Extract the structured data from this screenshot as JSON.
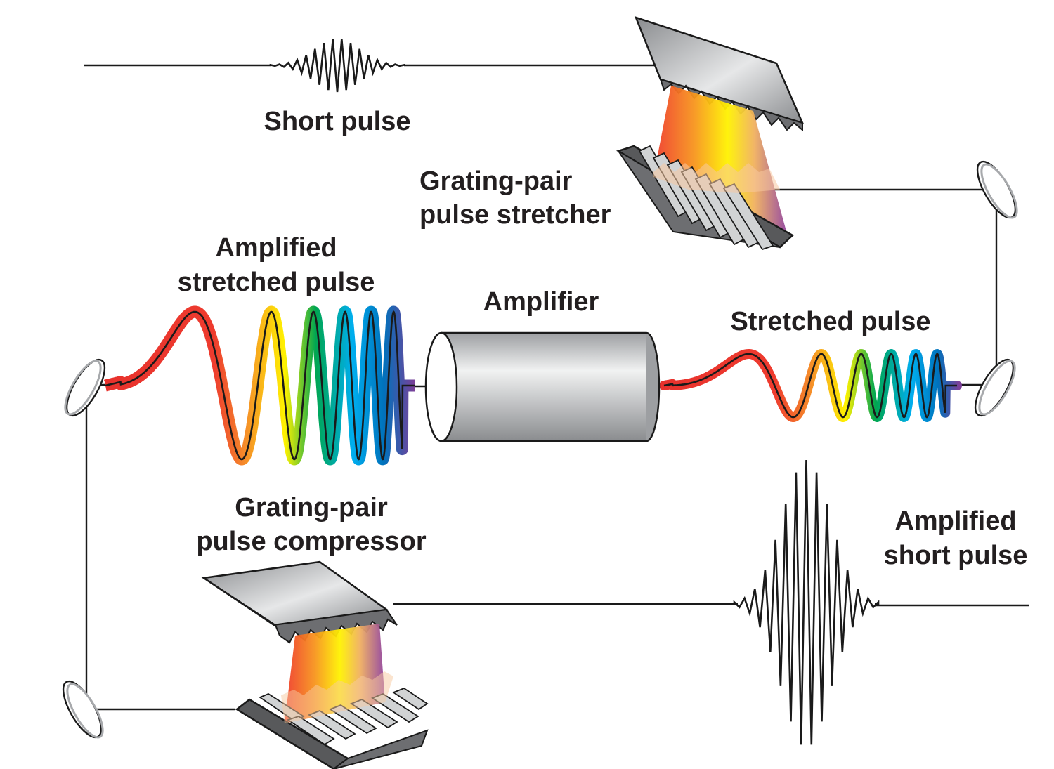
{
  "title": "Chirped pulse amplification",
  "labels": {
    "short_pulse": "Short pulse",
    "stretcher_line1": "Grating-pair",
    "stretcher_line2": "pulse stretcher",
    "amplified_stretched_line1": "Amplified",
    "amplified_stretched_line2": "stretched pulse",
    "amplifier": "Amplifier",
    "stretched_pulse": "Stretched pulse",
    "compressor_line1": "Grating-pair",
    "compressor_line2": "pulse compressor",
    "amplified_short_line1": "Amplified",
    "amplified_short_line2": "short pulse"
  },
  "colors": {
    "spectrum": [
      "#e8322d",
      "#f15a29",
      "#f7941d",
      "#fff200",
      "#00a651",
      "#00aeef",
      "#0072bc",
      "#7b3f98"
    ],
    "grating_dark": "#58595b",
    "grating_mid": "#939598",
    "grating_light": "#d1d3d4",
    "mirror": "#a7a9ac",
    "line": "#1a1a1a"
  }
}
